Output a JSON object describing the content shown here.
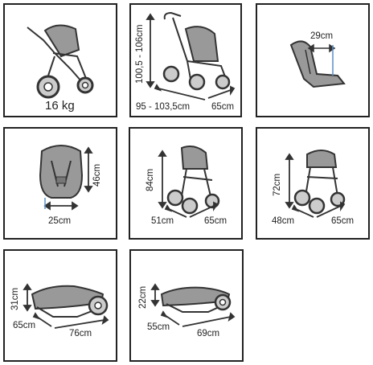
{
  "panels": {
    "weight": {
      "value": "16 kg"
    },
    "stroller": {
      "height": "100,5 - 106cm",
      "length": "95 - 103,5cm",
      "width": "65cm"
    },
    "seat": {
      "depth": "29cm"
    },
    "car_seat": {
      "height": "46cm",
      "width": "25cm"
    },
    "with_carseat": {
      "height": "84cm",
      "depth": "51cm",
      "width": "65cm"
    },
    "with_carrycot": {
      "height": "72cm",
      "depth": "48cm",
      "width": "65cm"
    },
    "folded_large": {
      "height": "31cm",
      "width": "65cm",
      "length": "76cm"
    },
    "folded_small": {
      "height": "22cm",
      "width": "55cm",
      "length": "69cm"
    }
  }
}
